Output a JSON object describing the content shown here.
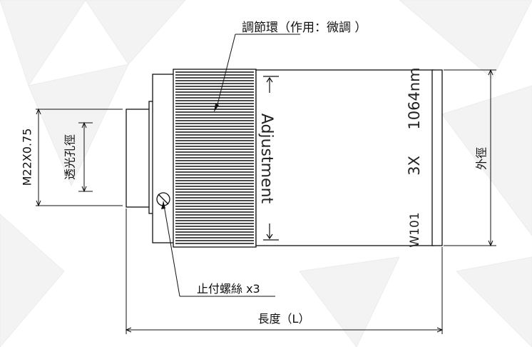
{
  "labels": {
    "adjust_ring": "調節環（作用：微調 ）",
    "set_screw": "止付螺絲 x3",
    "length": "長度（L）",
    "outer_diameter": "外徑",
    "clear_aperture": "透光孔徑",
    "thread": "M22X0.75"
  },
  "engraving": {
    "adjustment": "Adjustment",
    "wavelength": "1064nm",
    "magnification": "3X",
    "model": "W101"
  },
  "colors": {
    "line": "#111111",
    "background": "#ffffff",
    "facet_shade": "#f2f2f2"
  }
}
